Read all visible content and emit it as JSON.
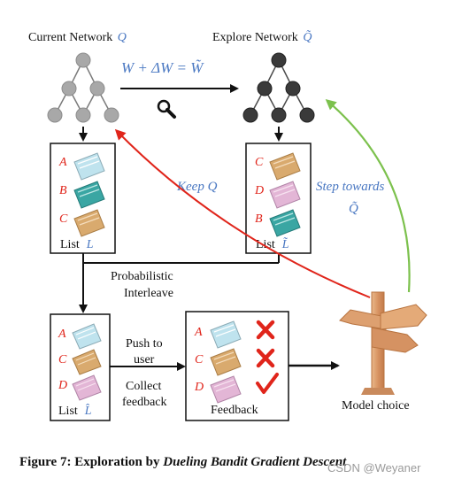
{
  "networks": {
    "current": "Current Network",
    "current_symbol": "Q",
    "explore": "Explore Network",
    "explore_symbol": "Q̃",
    "update_formula": "W + ΔW = W̃"
  },
  "list_left": {
    "items": [
      "A",
      "B",
      "C"
    ],
    "label": "List",
    "symbol": "L"
  },
  "list_right": {
    "items": [
      "C",
      "D",
      "B"
    ],
    "label": "List",
    "symbol": "L̃"
  },
  "list_bottom": {
    "items": [
      "A",
      "C",
      "D"
    ],
    "label": "List",
    "symbol": "L̂"
  },
  "feedback": {
    "items": [
      "A",
      "C",
      "D"
    ],
    "marks": [
      "cross",
      "cross",
      "check"
    ],
    "label": "Feedback"
  },
  "labels": {
    "keep": "Keep Q",
    "step_line1": "Step towards",
    "step_line2": "Q̃",
    "interleave_line1": "Probabilistic",
    "interleave_line2": "Interleave",
    "push_line1": "Push to",
    "push_line2": "user",
    "collect_line1": "Collect",
    "collect_line2": "feedback",
    "model_choice": "Model choice"
  },
  "caption": {
    "prefix": "Figure 7: Exploration by ",
    "emph": "Dueling Bandit Gradient Descent"
  },
  "watermark": "CSDN @Weyaner",
  "colors": {
    "doc_A": "#bfe3ee",
    "doc_B": "#3aa6a3",
    "doc_C": "#d9aa6e",
    "doc_D": "#e3b6d6",
    "red_arrow": "#e0251b",
    "green_arrow": "#7cc14d",
    "blue_text": "#4a78c2"
  }
}
